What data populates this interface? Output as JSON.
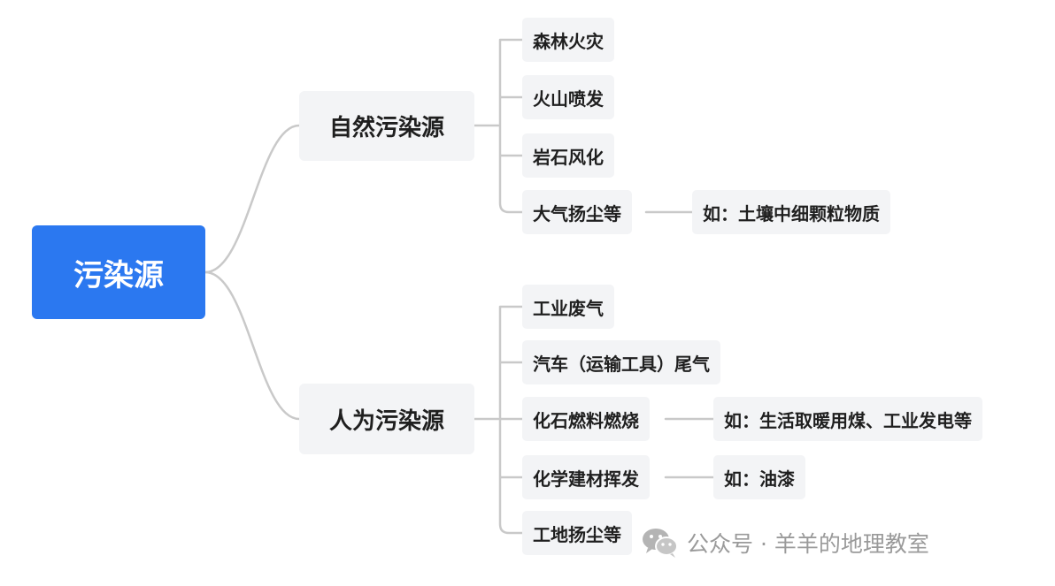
{
  "diagram": {
    "root": "污染源",
    "branches": [
      {
        "label": "自然污染源",
        "children": [
          {
            "label": "森林火灾"
          },
          {
            "label": "火山喷发"
          },
          {
            "label": "岩石风化"
          },
          {
            "label": "大气扬尘等",
            "note": "如：土壤中细颗粒物质"
          }
        ]
      },
      {
        "label": "人为污染源",
        "children": [
          {
            "label": "工业废气"
          },
          {
            "label": "汽车（运输工具）尾气"
          },
          {
            "label": "化石燃料燃烧",
            "note": "如：生活取暖用煤、工业发电等"
          },
          {
            "label": "化学建材挥发",
            "note": "如：油漆"
          },
          {
            "label": "工地扬尘等"
          }
        ]
      }
    ]
  },
  "watermark": {
    "text": "公众号 · 羊羊的地理教室",
    "icon": "wechat-icon"
  },
  "colors": {
    "root_fill": "#2b78f0",
    "node_fill": "#f3f4f6",
    "connector": "#c9c9c9",
    "text": "#1f1f1f",
    "watermark": "#9a9a9a"
  }
}
